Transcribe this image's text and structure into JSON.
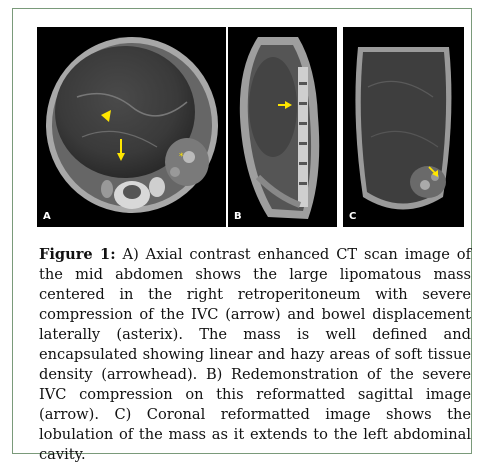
{
  "figure": {
    "panels": [
      {
        "label": "A",
        "view": "axial"
      },
      {
        "label": "B",
        "view": "sagittal"
      },
      {
        "label": "C",
        "view": "coronal"
      }
    ],
    "caption_label": "Figure 1:",
    "caption_text": " A) Axial contrast enhanced CT scan image of the mid abdomen shows the large lipomatous mass centered in the right retroperitoneum with severe compression of the IVC (arrow) and bowel displacement laterally (asterix). The mass is well defined and encapsulated showing linear and hazy areas of soft tissue density (arrowhead). B) Redemonstration of the severe IVC compression on this reformatted sagittal image (arrow). C) Coronal reformatted image shows the lobulation of the mass as it extends to the left abdominal cavity.",
    "colors": {
      "border": "#7a9a7a",
      "arrow": "#ffe600"
    }
  }
}
